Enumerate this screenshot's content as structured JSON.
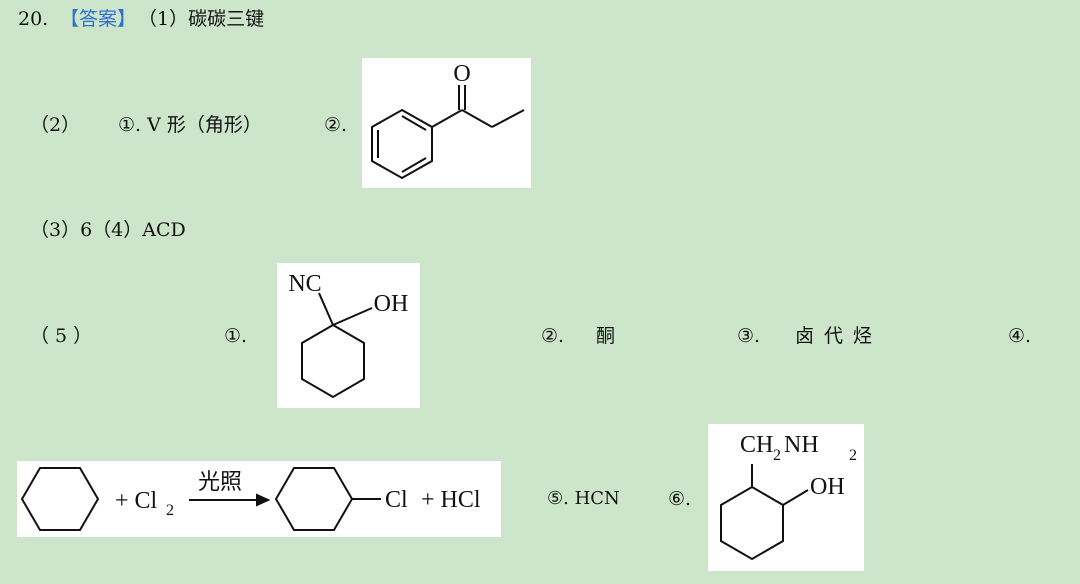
{
  "q20": {
    "number": "20.",
    "answer_tag": "【答案】",
    "part1": "（1）碳碳三键"
  },
  "q2": {
    "label": "（2）",
    "item1": "①. V 形（角形）",
    "item2": "②."
  },
  "q34": {
    "text": "（3）6（4）ACD"
  },
  "q5": {
    "label": "（ 5 ）",
    "item1": "①.",
    "item2_num": "②.",
    "item2_text": "酮",
    "item3_num": "③.",
    "item3_text": "卤代烃",
    "item4": "④.",
    "item5": "⑤. HCN",
    "item6": "⑥."
  },
  "structures": {
    "propiophenone": {
      "o_label": "O"
    },
    "cyanohydrin": {
      "nc_label": "NC",
      "oh_label": "OH"
    },
    "reaction": {
      "plus_cl2": "+ Cl",
      "cl2_sub": "2",
      "condition": "光照",
      "cl_label": "Cl",
      "plus_hcl": "+ HCl"
    },
    "aminoalcohol": {
      "ch2nh2": "CH",
      "sub1": "2",
      "nh": "NH",
      "sub2": "2",
      "oh_label": "OH"
    }
  }
}
